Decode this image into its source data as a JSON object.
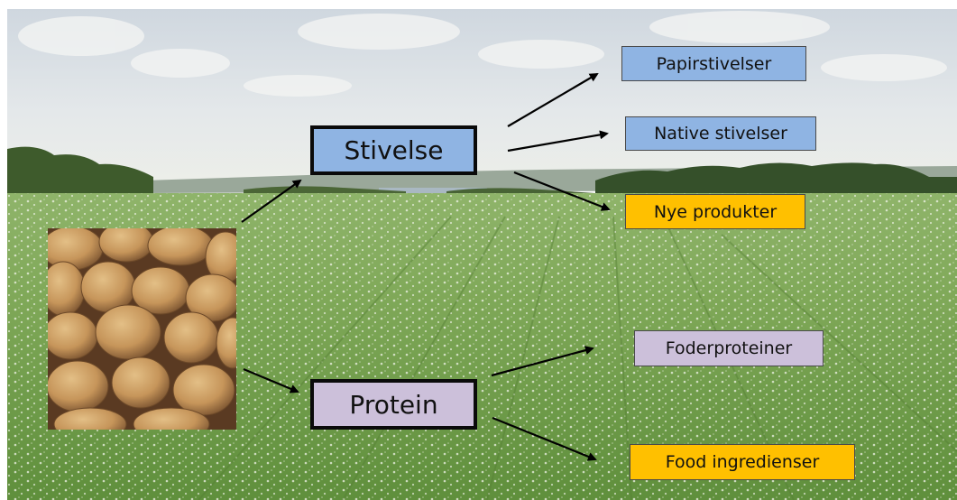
{
  "diagram": {
    "main_nodes": {
      "starch": {
        "label": "Stivelse",
        "color": "#8fb4e3"
      },
      "protein": {
        "label": "Protein",
        "color": "#ccc0da"
      }
    },
    "starch_outputs": [
      {
        "label": "Papirstivelser",
        "color": "#8fb4e3"
      },
      {
        "label": "Native stivelser",
        "color": "#8fb4e3"
      },
      {
        "label": "Nye produkter",
        "color": "#ffc000"
      }
    ],
    "protein_outputs": [
      {
        "label": "Foderproteiner",
        "color": "#ccc0da"
      },
      {
        "label": "Food ingredienser",
        "color": "#ffc000"
      }
    ],
    "photo": {
      "background": "potato-field-photo",
      "inset": "potato-pile-photo"
    }
  }
}
